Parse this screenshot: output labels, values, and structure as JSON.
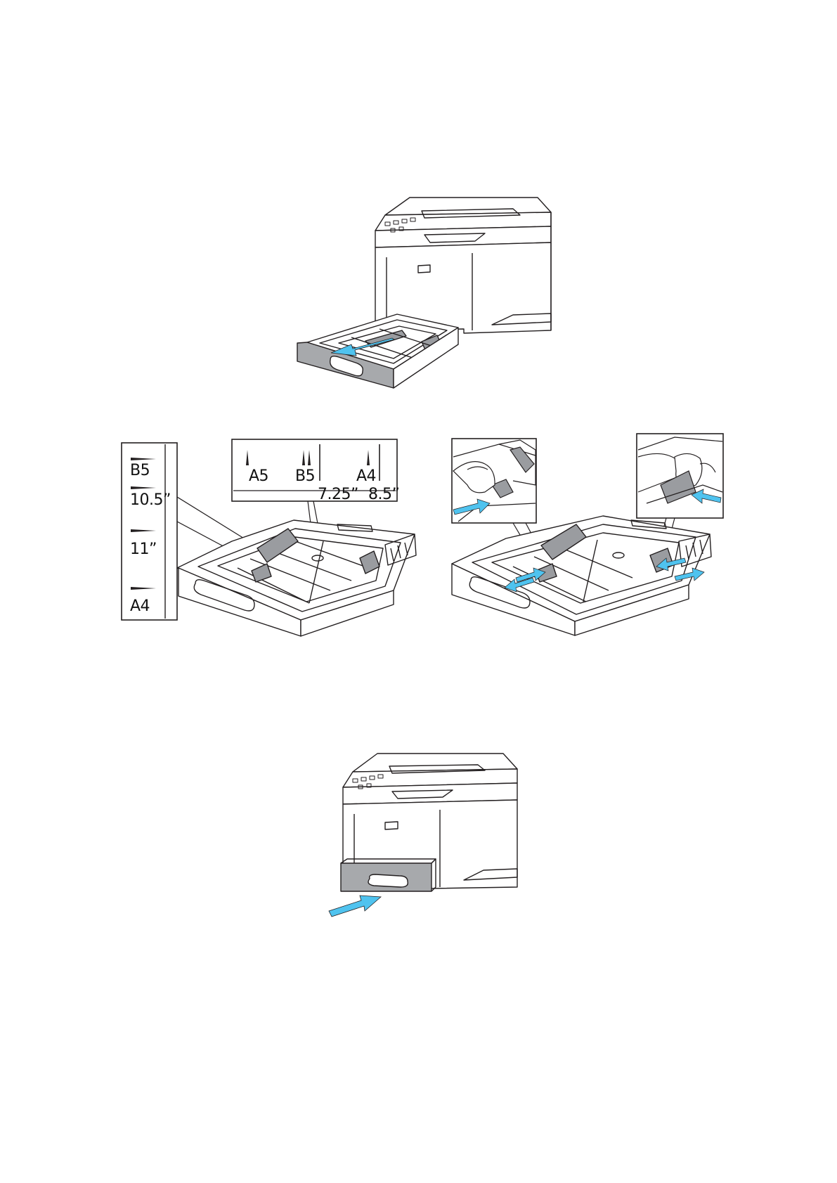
{
  "page": {
    "background": "#ffffff"
  },
  "colors": {
    "line": "#231f20",
    "tray_front": "#a7a9ac",
    "guide": "#9a9ca0",
    "arrow": "#4fc3ef"
  },
  "callouts": {
    "left_scale": [
      "B5",
      "10.5”",
      "11”",
      "A4"
    ],
    "top_scale": {
      "sizes": [
        "A5",
        "B5",
        "A4"
      ],
      "inches": [
        "7.25”",
        "8.5”"
      ]
    }
  },
  "icons": {
    "step1": "tray-pull-out-arrow-icon",
    "step3_guides": "guide-squeeze-arrow-icon",
    "step4": "tray-push-in-arrow-icon"
  }
}
